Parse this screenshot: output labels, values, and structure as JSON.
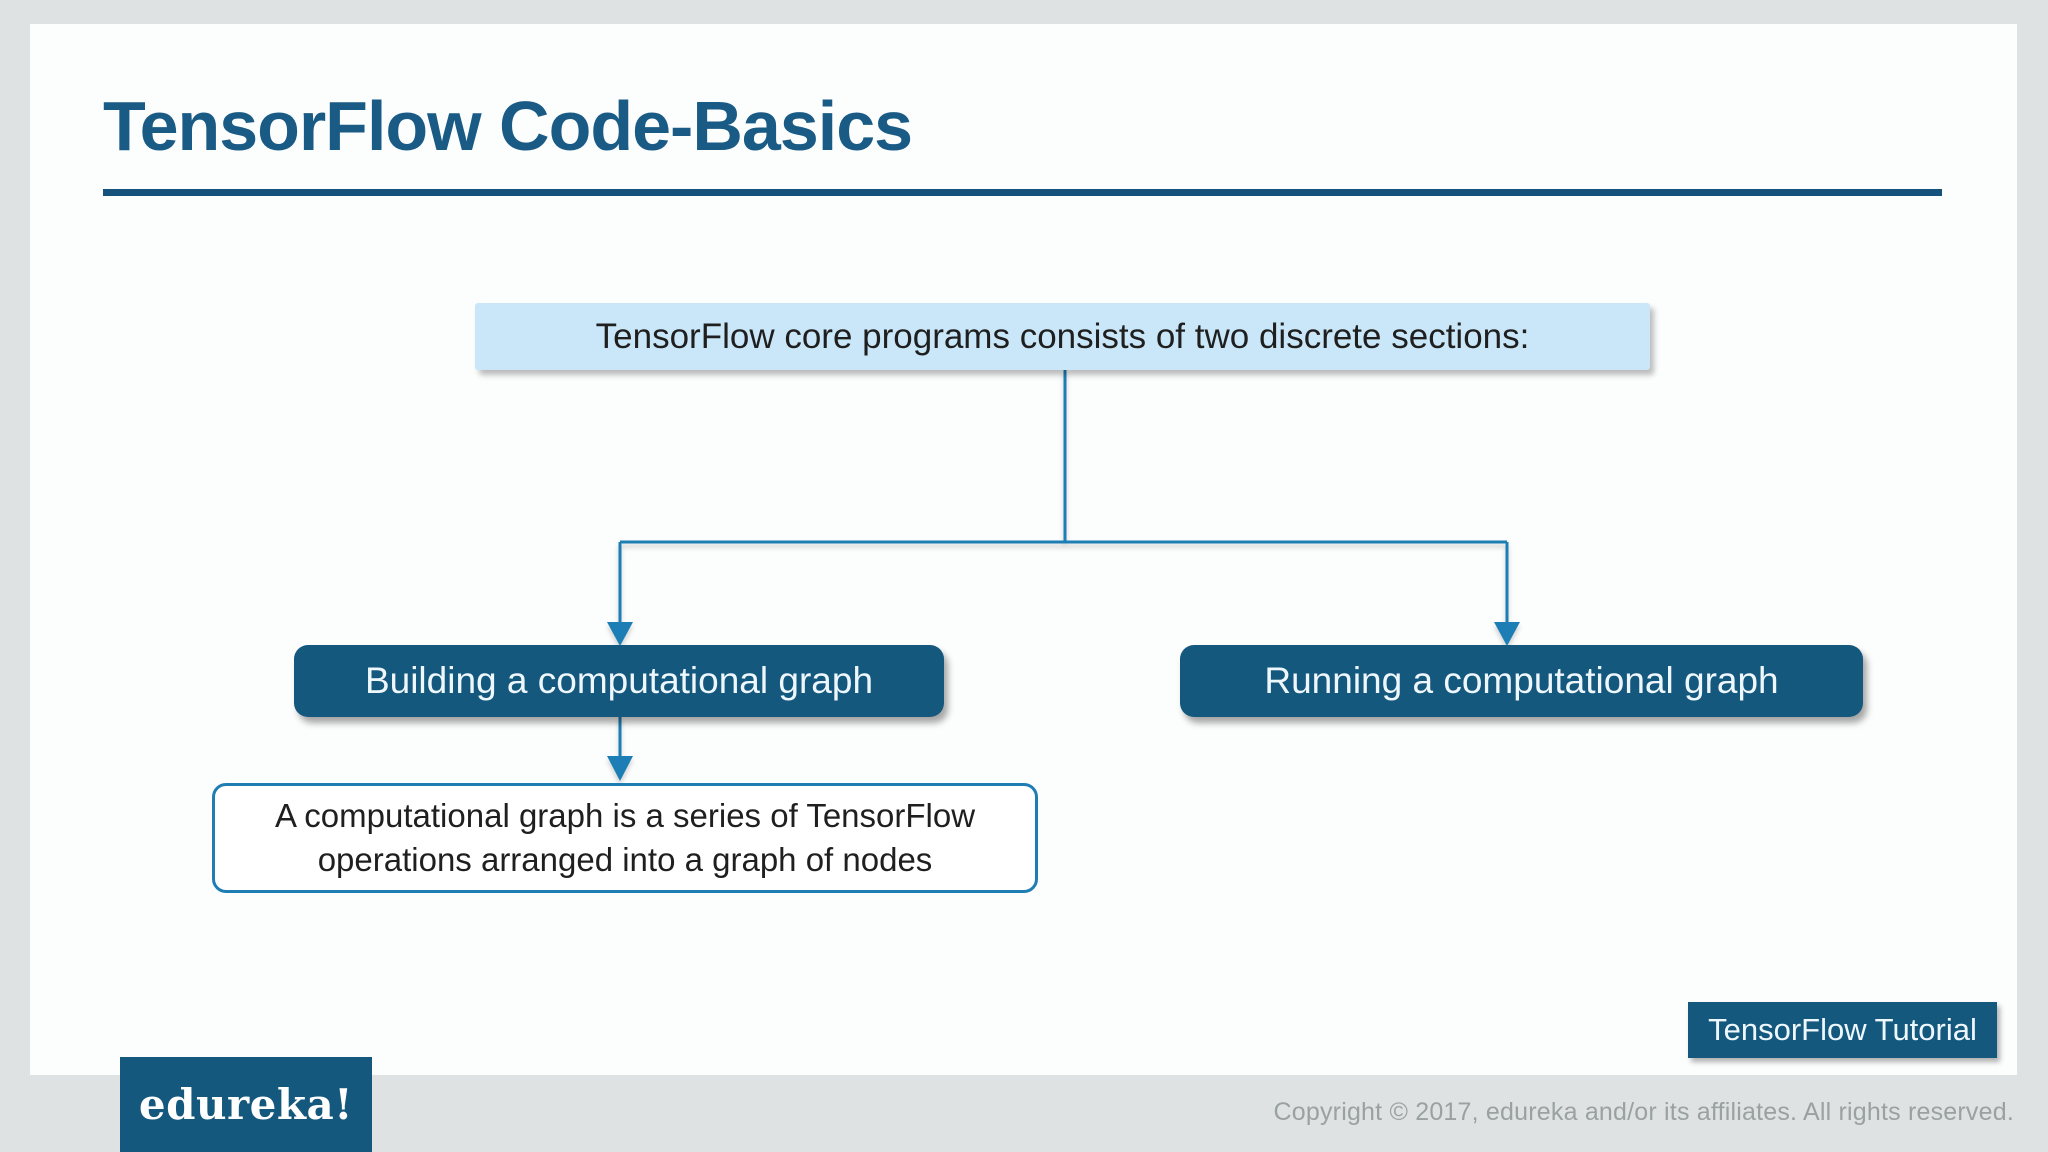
{
  "slide": {
    "title": "TensorFlow Code-Basics"
  },
  "diagram": {
    "root_box": "TensorFlow core programs consists of two discrete sections:",
    "left_box": "Building a computational graph",
    "right_box": "Running a computational graph",
    "note_box": "A computational graph is a series of TensorFlow operations arranged into a graph of nodes"
  },
  "badge": {
    "label": "TensorFlow Tutorial"
  },
  "footer": {
    "logo_text": "edureka!",
    "copyright": "Copyright © 2017, edureka and/or its affiliates. All rights reserved."
  },
  "colors": {
    "background": "#dee2e2",
    "slide": "#fcfdfd",
    "title_blue": "#1a5b86",
    "rule_blue": "#15537d",
    "dark_blue": "#15587e",
    "light_blue": "#c9e7f8",
    "connector_blue": "#1e7eb4",
    "box_text_dark": "#1f1f1f",
    "box_text_light": "#eef7fc",
    "footer_text": "#9aa1a1"
  }
}
